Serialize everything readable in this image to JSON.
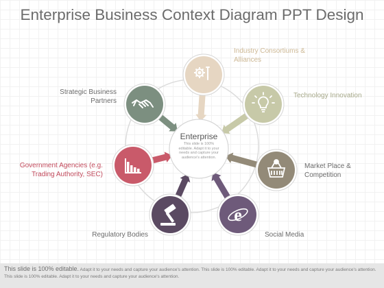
{
  "title": "Enterprise Business Context Diagram PPT Design",
  "center": {
    "title": "Enterprise",
    "text": "This slide is 100% editable. Adapt it to your needs and capture your audience's attention."
  },
  "nodes": [
    {
      "id": "industry",
      "label": "Industry Consortiums & Alliances",
      "color": "#e6d6c2",
      "label_color": "#cdb894",
      "icon": "gears-wrench-icon"
    },
    {
      "id": "technology",
      "label": "Technology Innovation",
      "color": "#c7c9a8",
      "label_color": "#a7a98a",
      "icon": "lightbulb-icon"
    },
    {
      "id": "market",
      "label": "Market Place & Competition",
      "color": "#938a78",
      "label_color": "#6a6a6a",
      "icon": "shopping-basket-icon"
    },
    {
      "id": "social",
      "label": "Social Media",
      "color": "#6e5a7a",
      "label_color": "#6a6a6a",
      "icon": "internet-explorer-icon"
    },
    {
      "id": "regulatory",
      "label": "Regulatory Bodies",
      "color": "#5b4a62",
      "label_color": "#6a6a6a",
      "icon": "gavel-icon"
    },
    {
      "id": "government",
      "label": "Government Agencies (e.g. Trading Authority, SEC)",
      "color": "#c95a6a",
      "label_color": "#c24a5c",
      "icon": "bar-chart-icon"
    },
    {
      "id": "strategic",
      "label": "Strategic Business Partners",
      "color": "#7c8f80",
      "label_color": "#6a6a6a",
      "icon": "handshake-icon"
    }
  ],
  "footer": {
    "lead": "This slide is 100% editable.",
    "text": "Adapt it to your needs and capture your audience's attention. This slide is 100% editable. Adapt it to your needs and capture your audience's attention. This slide is 100% editable. Adapt it to your needs and capture your audience's attention."
  }
}
